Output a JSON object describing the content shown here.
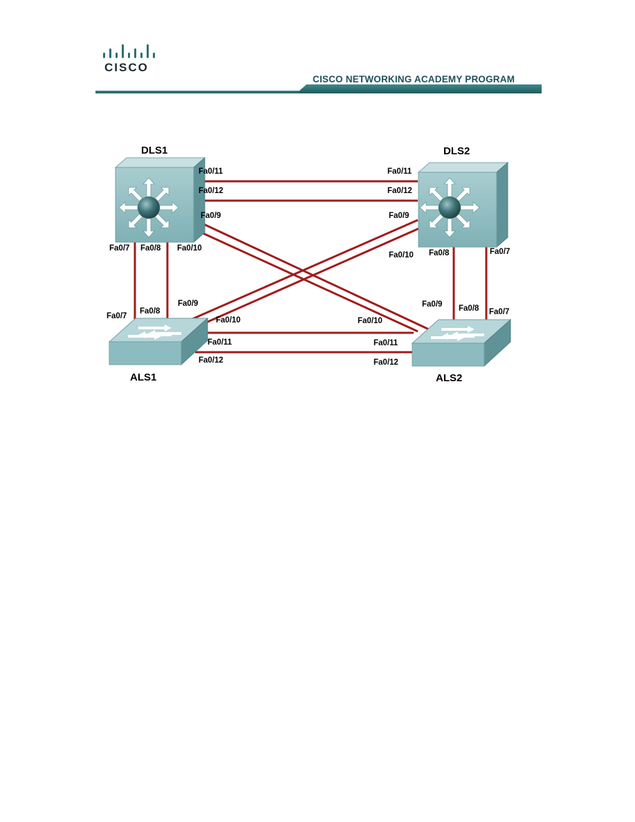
{
  "header": {
    "brand": "CISCO",
    "program_title": "CISCO NETWORKING ACADEMY PROGRAM",
    "accent_color": "#2f6e74"
  },
  "devices": {
    "dls1": {
      "name": "DLS1",
      "type": "multilayer-switch"
    },
    "dls2": {
      "name": "DLS2",
      "type": "multilayer-switch"
    },
    "als1": {
      "name": "ALS1",
      "type": "workgroup-switch"
    },
    "als2": {
      "name": "ALS2",
      "type": "workgroup-switch"
    }
  },
  "ports": {
    "dls1_fa0_11": "Fa0/11",
    "dls1_fa0_12": "Fa0/12",
    "dls1_fa0_9": "Fa0/9",
    "dls1_fa0_7": "Fa0/7",
    "dls1_fa0_8": "Fa0/8",
    "dls1_fa0_10": "Fa0/10",
    "dls2_fa0_11": "Fa0/11",
    "dls2_fa0_12": "Fa0/12",
    "dls2_fa0_9": "Fa0/9",
    "dls2_fa0_10": "Fa0/10",
    "dls2_fa0_8": "Fa0/8",
    "dls2_fa0_7": "Fa0/7",
    "als1_fa0_7": "Fa0/7",
    "als1_fa0_8": "Fa0/8",
    "als1_fa0_9": "Fa0/9",
    "als1_fa0_10": "Fa0/10",
    "als1_fa0_11": "Fa0/11",
    "als1_fa0_12": "Fa0/12",
    "als2_fa0_9": "Fa0/9",
    "als2_fa0_8": "Fa0/8",
    "als2_fa0_7": "Fa0/7",
    "als2_fa0_10": "Fa0/10",
    "als2_fa0_11": "Fa0/11",
    "als2_fa0_12": "Fa0/12"
  },
  "link_color": "#a01c1c"
}
